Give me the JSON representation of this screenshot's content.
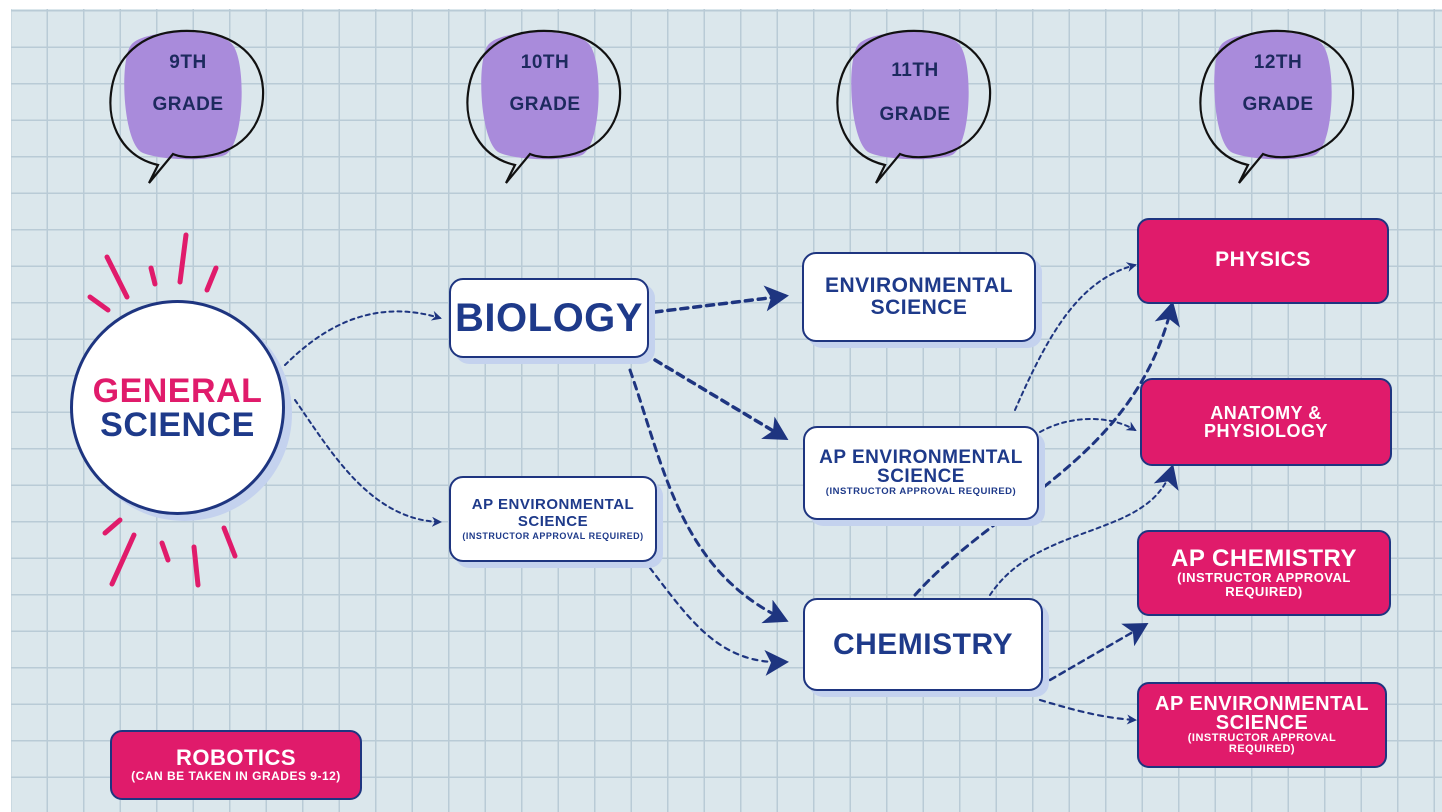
{
  "grades": [
    {
      "line1": "9TH",
      "line2": "GRADE"
    },
    {
      "line1": "10TH",
      "line2": "GRADE"
    },
    {
      "line1": "11TH",
      "line2": "GRADE"
    },
    {
      "line1": "12TH",
      "line2": "GRADE"
    }
  ],
  "courses": {
    "general_science": {
      "line1": "GENERAL",
      "line2": "SCIENCE"
    },
    "biology": "BIOLOGY",
    "ap_env_10": {
      "line1": "AP ENVIRONMENTAL",
      "line2": "SCIENCE",
      "note": "(INSTRUCTOR APPROVAL REQUIRED)"
    },
    "env_science_11": {
      "line1": "ENVIRONMENTAL",
      "line2": "SCIENCE"
    },
    "ap_env_11": {
      "line1": "AP ENVIRONMENTAL",
      "line2": "SCIENCE",
      "note": "(INSTRUCTOR APPROVAL REQUIRED)"
    },
    "chemistry": "CHEMISTRY",
    "physics": "PHYSICS",
    "anatomy": {
      "line1": "ANATOMY &",
      "line2": "PHYSIOLOGY"
    },
    "ap_chemistry": {
      "line1": "AP CHEMISTRY",
      "note1": "(INSTRUCTOR APPROVAL",
      "note2": "REQUIRED)"
    },
    "ap_env_12": {
      "line1": "AP ENVIRONMENTAL",
      "line2": "SCIENCE",
      "note1": "(INSTRUCTOR APPROVAL",
      "note2": "REQUIRED)"
    },
    "robotics": {
      "line1": "ROBOTICS",
      "note": "(CAN BE TAKEN IN GRADES 9-12)"
    }
  },
  "colors": {
    "background": "#dbe7ec",
    "grid": "#b9cbd6",
    "navy": "#1e3580",
    "pink": "#e01b6b",
    "purple": "#a98bdb",
    "white": "#ffffff"
  }
}
